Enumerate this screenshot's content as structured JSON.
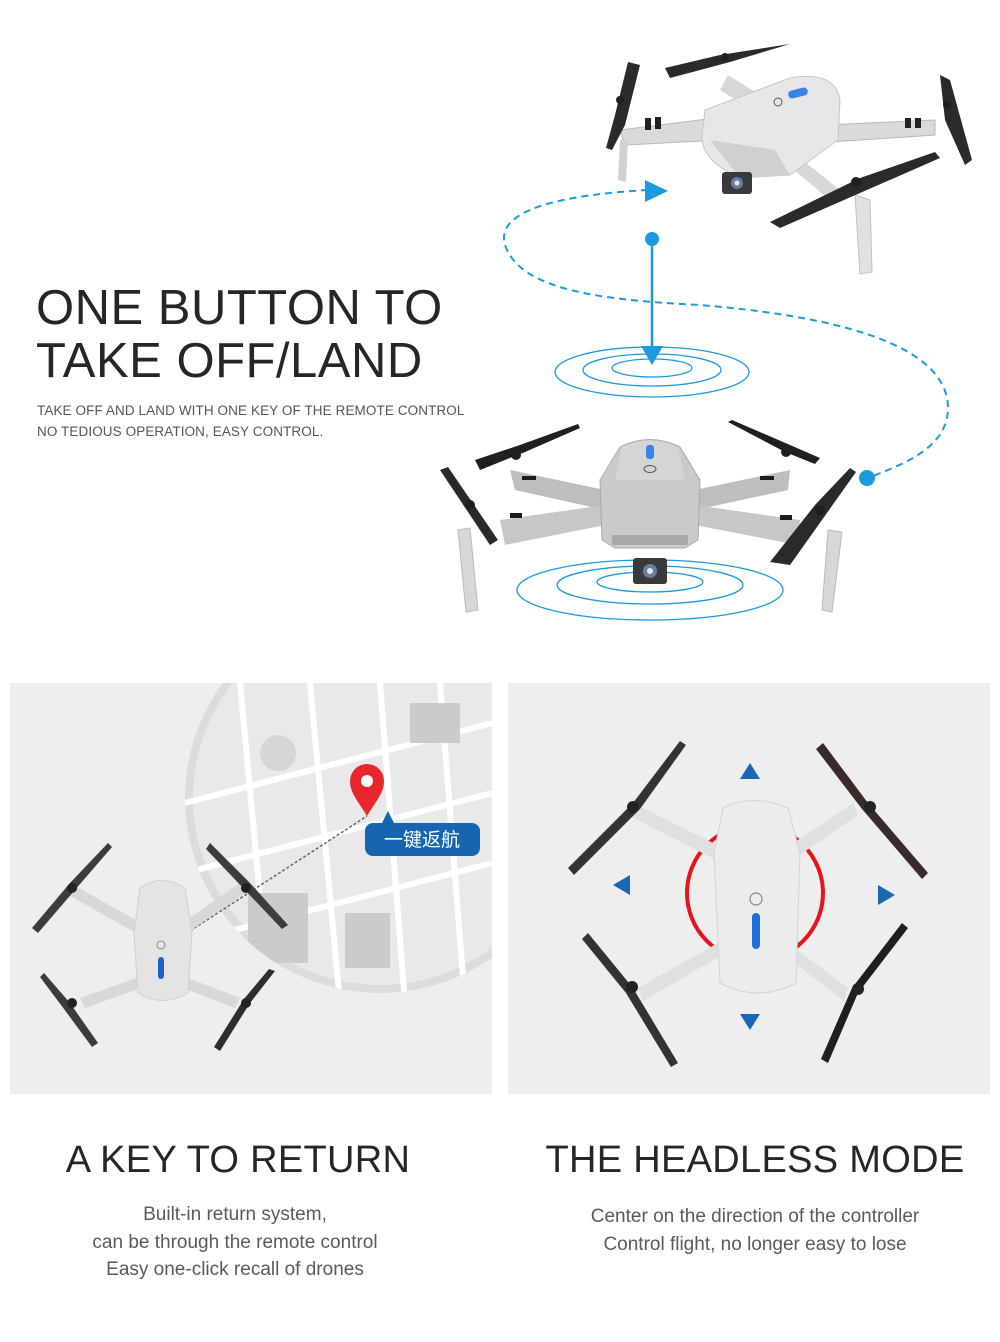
{
  "hero": {
    "title_lines": [
      "ONE BUTTON TO",
      "TAKE OFF/LAND"
    ],
    "subtitle_lines": [
      "TAKE OFF AND LAND WITH ONE KEY OF THE REMOTE CONTROL",
      "NO TEDIOUS OPERATION, EASY CONTROL."
    ],
    "illustration": {
      "items": [
        "drone-flying-icon",
        "drone-landing-icon",
        "dashed-flight-path",
        "landing-arrow-icon",
        "landing-ripple-rings"
      ],
      "accent_color": "#1a9be0"
    }
  },
  "features": [
    {
      "title": "A KEY TO RETURN",
      "description_lines": [
        "Built-in return system,",
        "can be through the remote control",
        "Easy one-click recall of drones"
      ],
      "image": {
        "badge_label": "一键返航",
        "badge_color": "#1565b0",
        "pin_color": "#e8262d",
        "items": [
          "drone-topdown-icon",
          "map-circle",
          "location-pin-icon",
          "return-badge"
        ]
      }
    },
    {
      "title": "THE HEADLESS MODE",
      "description_lines": [
        "Center on the direction of the controller",
        "Control flight, no longer easy to lose"
      ],
      "image": {
        "ring_color": "#e8141b",
        "arrow_color": "#1a68b4",
        "arrows": [
          "up",
          "down",
          "left",
          "right"
        ],
        "items": [
          "drone-topdown-icon",
          "red-ring",
          "direction-arrows"
        ]
      }
    }
  ]
}
